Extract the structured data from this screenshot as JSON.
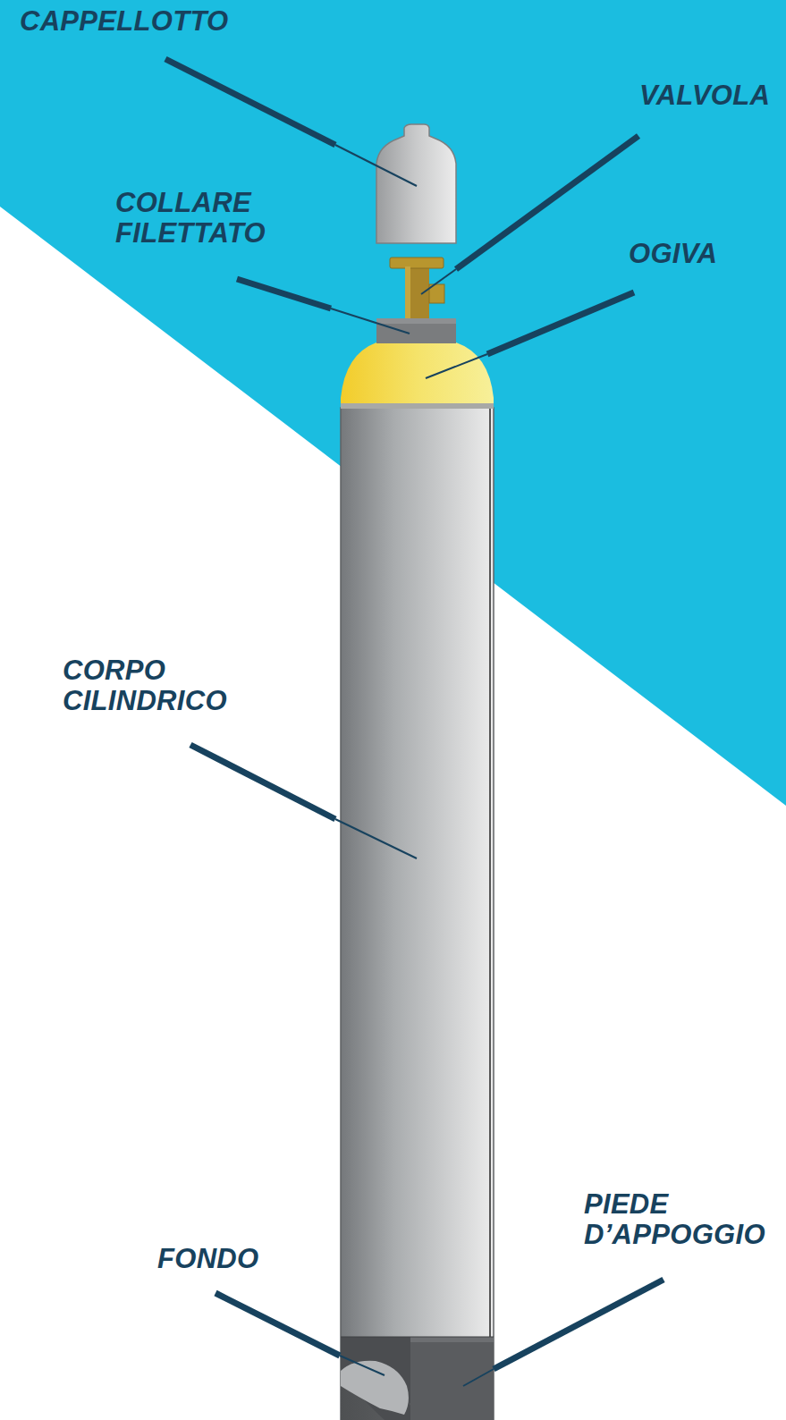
{
  "diagram": {
    "labels": [
      "CAPPELLOTTO",
      "VALVOLA",
      "COLLARE FILETTATO",
      "OGIVA",
      "CORPO CILINDRICO",
      "FONDO",
      "PIEDE D’APPOGGIO"
    ]
  }
}
